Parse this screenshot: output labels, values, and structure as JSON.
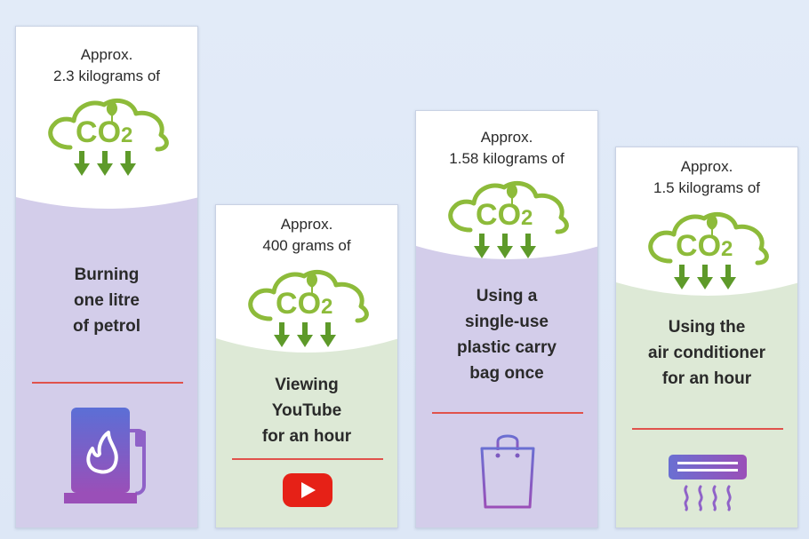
{
  "colors": {
    "purple_panel": "#d3cdea",
    "green_panel": "#dde9d6",
    "co2_green": "#8dbb3a",
    "arrow_green": "#5e9a2a",
    "rule_red": "#e0524c",
    "icon_purple": "#7d5ac0",
    "youtube_red": "#e62117"
  },
  "co2_symbol": {
    "c": "C",
    "o": "O",
    "sub": "2",
    "icon": "co2-cloud-icon"
  },
  "cards": [
    {
      "amount_line1": "Approx.",
      "amount_line2": "2.3 kilograms of",
      "title": [
        "Burning",
        "one litre",
        "of petrol"
      ],
      "icon": "fuel-pump-icon",
      "panel": "purple"
    },
    {
      "amount_line1": "Approx.",
      "amount_line2": "400 grams of",
      "title": [
        "Viewing",
        "YouTube",
        "for an hour"
      ],
      "icon": "youtube-icon",
      "panel": "green"
    },
    {
      "amount_line1": "Approx.",
      "amount_line2": "1.58 kilograms of",
      "title": [
        "Using a",
        "single-use",
        "plastic carry",
        "bag once"
      ],
      "icon": "shopping-bag-icon",
      "panel": "purple"
    },
    {
      "amount_line1": "Approx.",
      "amount_line2": "1.5 kilograms of",
      "title": [
        "Using the",
        "air conditioner",
        "for an hour"
      ],
      "icon": "air-conditioner-icon",
      "panel": "green"
    }
  ]
}
